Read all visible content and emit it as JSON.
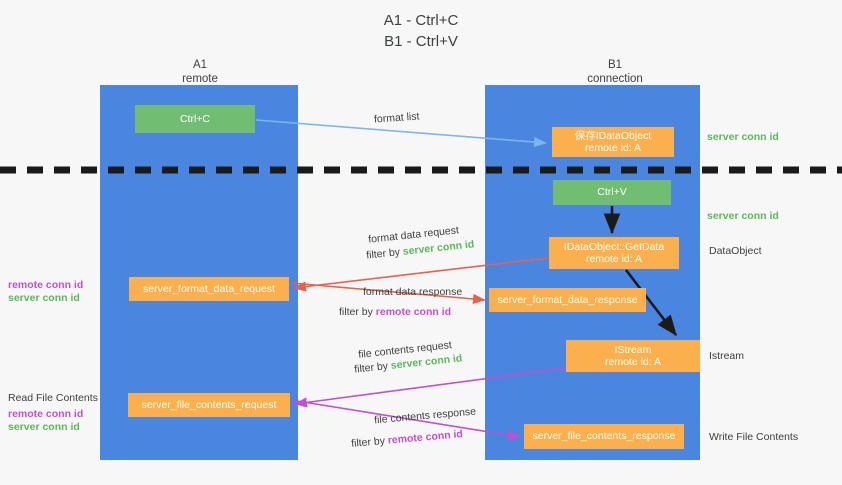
{
  "title": {
    "line1": "A1 - Ctrl+C",
    "line2": "B1 - Ctrl+V"
  },
  "lanes": [
    {
      "name": "A1",
      "sub": "remote",
      "color": "#4a86df"
    },
    {
      "name": "B1",
      "sub": "connection",
      "color": "#4a86df"
    }
  ],
  "colors": {
    "lane": "#4a86df",
    "node_orange": "#fbb04d",
    "node_green": "#71be72",
    "server_conn_id": "#5bb75b",
    "remote_conn_id": "#c24fd0",
    "arrow_blue": "#7eb6e8",
    "arrow_red": "#e8614d",
    "arrow_magenta": "#c24fd0",
    "arrow_black": "#1a1a1a",
    "background": "#f7f7f7"
  },
  "nodes": {
    "ctrl_c": {
      "line1": "Ctrl+C"
    },
    "save_dataobject": {
      "line1": "保存IDataObject",
      "line2": "remote id: A"
    },
    "ctrl_v": {
      "line1": "Ctrl+V"
    },
    "getdata": {
      "line1": "IDataObject::GetData",
      "line2": "remote id: A"
    },
    "format_data_request": {
      "line1": "server_format_data_request"
    },
    "format_data_response": {
      "line1": "server_format_data_response"
    },
    "istream": {
      "line1": "IStream",
      "line2": "remote id: A"
    },
    "file_contents_request": {
      "line1": "server_file_contents_request"
    },
    "file_contents_response": {
      "line1": "server_file_contents_response"
    }
  },
  "edge_labels": {
    "format_list": "format list",
    "format_data_request": "format data request",
    "format_data_request_filter_prefix": "filter by ",
    "format_data_request_filter_value": "server conn id",
    "format_data_response": "format data response",
    "format_data_response_filter_prefix": "filter by ",
    "format_data_response_filter_value": "remote conn id",
    "file_contents_request": "file contents request",
    "file_contents_request_filter_prefix": "filter by ",
    "file_contents_request_filter_value": "server conn id",
    "file_contents_response": "file contents response",
    "file_contents_response_filter_prefix": "filter by ",
    "file_contents_response_filter_value": "remote conn id"
  },
  "side_labels": {
    "server_conn_id_top": "server conn id",
    "server_conn_id_mid": "server conn id",
    "dataobject": "DataObject",
    "istream": "Istream",
    "write_file_contents": "Write File Contents",
    "left_remote_conn_id": "remote conn id",
    "left_server_conn_id": "server conn id",
    "read_file_contents": "Read File Contents",
    "left_remote_conn_id2": "remote conn id",
    "left_server_conn_id2": "server conn id"
  }
}
